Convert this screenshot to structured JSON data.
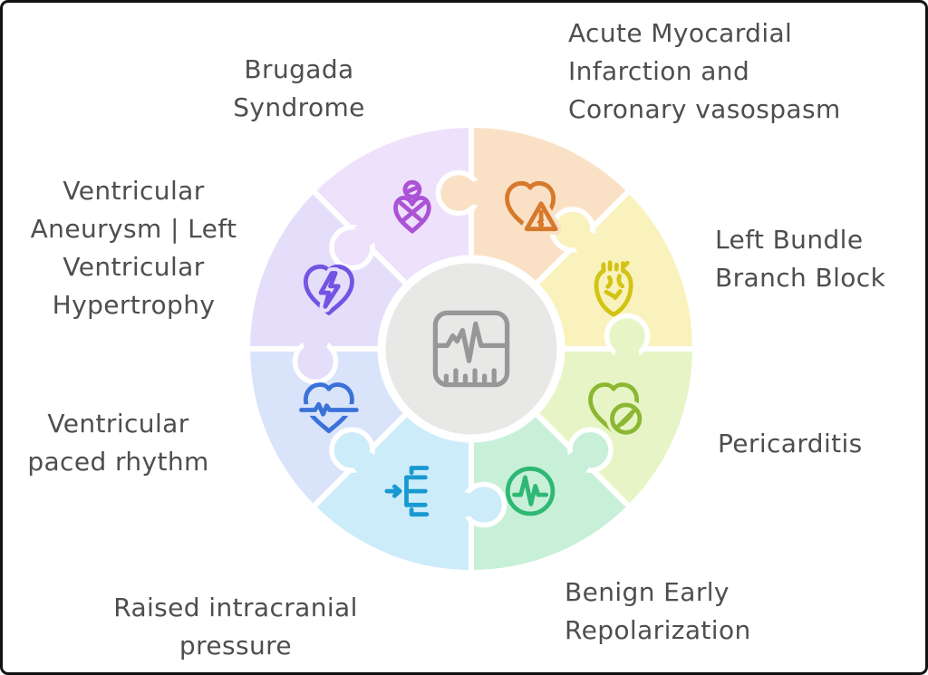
{
  "colors": {
    "background": "#ffffff",
    "frame": "#111111",
    "text": "#4e4e4e",
    "piece_gap": "#ffffff",
    "center_fill": "#e8e8e7",
    "center_ring": "#ffffff",
    "center_icon": "#979797"
  },
  "center": {
    "icon": "ecg-monitor-icon"
  },
  "wheel": {
    "segments": [
      {
        "id": "acute-myocardial-infarction",
        "label": "Acute Myocardial\nInfarction and\nCoronary vasospasm",
        "fill": "#fae1c6",
        "icon": "heart-alert-icon",
        "icon_color": "#d6792b"
      },
      {
        "id": "left-bundle-branch-block",
        "label": "Left Bundle\nBranch Block",
        "fill": "#faf2bd",
        "icon": "anatomical-heart-icon",
        "icon_color": "#d2c414"
      },
      {
        "id": "pericarditis",
        "label": "Pericarditis",
        "fill": "#e7f5c6",
        "icon": "heart-ban-icon",
        "icon_color": "#8cb733"
      },
      {
        "id": "benign-early-repolarization",
        "label": "Benign Early\nRepolarization",
        "fill": "#c8f0d9",
        "icon": "pulse-circle-icon",
        "icon_color": "#2fb873"
      },
      {
        "id": "raised-intracranial-pressure",
        "label": "Raised intracranial\npressure",
        "fill": "#cdecfa",
        "icon": "input-bracket-icon",
        "icon_color": "#1899d1"
      },
      {
        "id": "ventricular-paced-rhythm",
        "label": "Ventricular\npaced rhythm",
        "fill": "#d9e4fb",
        "icon": "heart-pulse-icon",
        "icon_color": "#3b72d8"
      },
      {
        "id": "ventricular-aneurysm-lvh",
        "label": "Ventricular\nAneurysm | Left\nVentricular\nHypertrophy",
        "fill": "#e4defa",
        "icon": "heart-bolt-icon",
        "icon_color": "#7354e2"
      },
      {
        "id": "brugada-syndrome",
        "label": "Brugada\nSyndrome",
        "fill": "#eee1fb",
        "icon": "person-heart-icon",
        "icon_color": "#ab53d6"
      }
    ],
    "knobs": [
      {
        "boundary_deg": 0,
        "owner": 0,
        "side": -1
      },
      {
        "boundary_deg": 45,
        "owner": 1,
        "side": -1
      },
      {
        "boundary_deg": 90,
        "owner": 2,
        "side": -1
      },
      {
        "boundary_deg": 135,
        "owner": 3,
        "side": -1
      },
      {
        "boundary_deg": 180,
        "owner": 4,
        "side": -1
      },
      {
        "boundary_deg": 225,
        "owner": 4,
        "side": 1
      },
      {
        "boundary_deg": 270,
        "owner": 6,
        "side": -1
      },
      {
        "boundary_deg": 315,
        "owner": 7,
        "side": -1
      }
    ]
  }
}
